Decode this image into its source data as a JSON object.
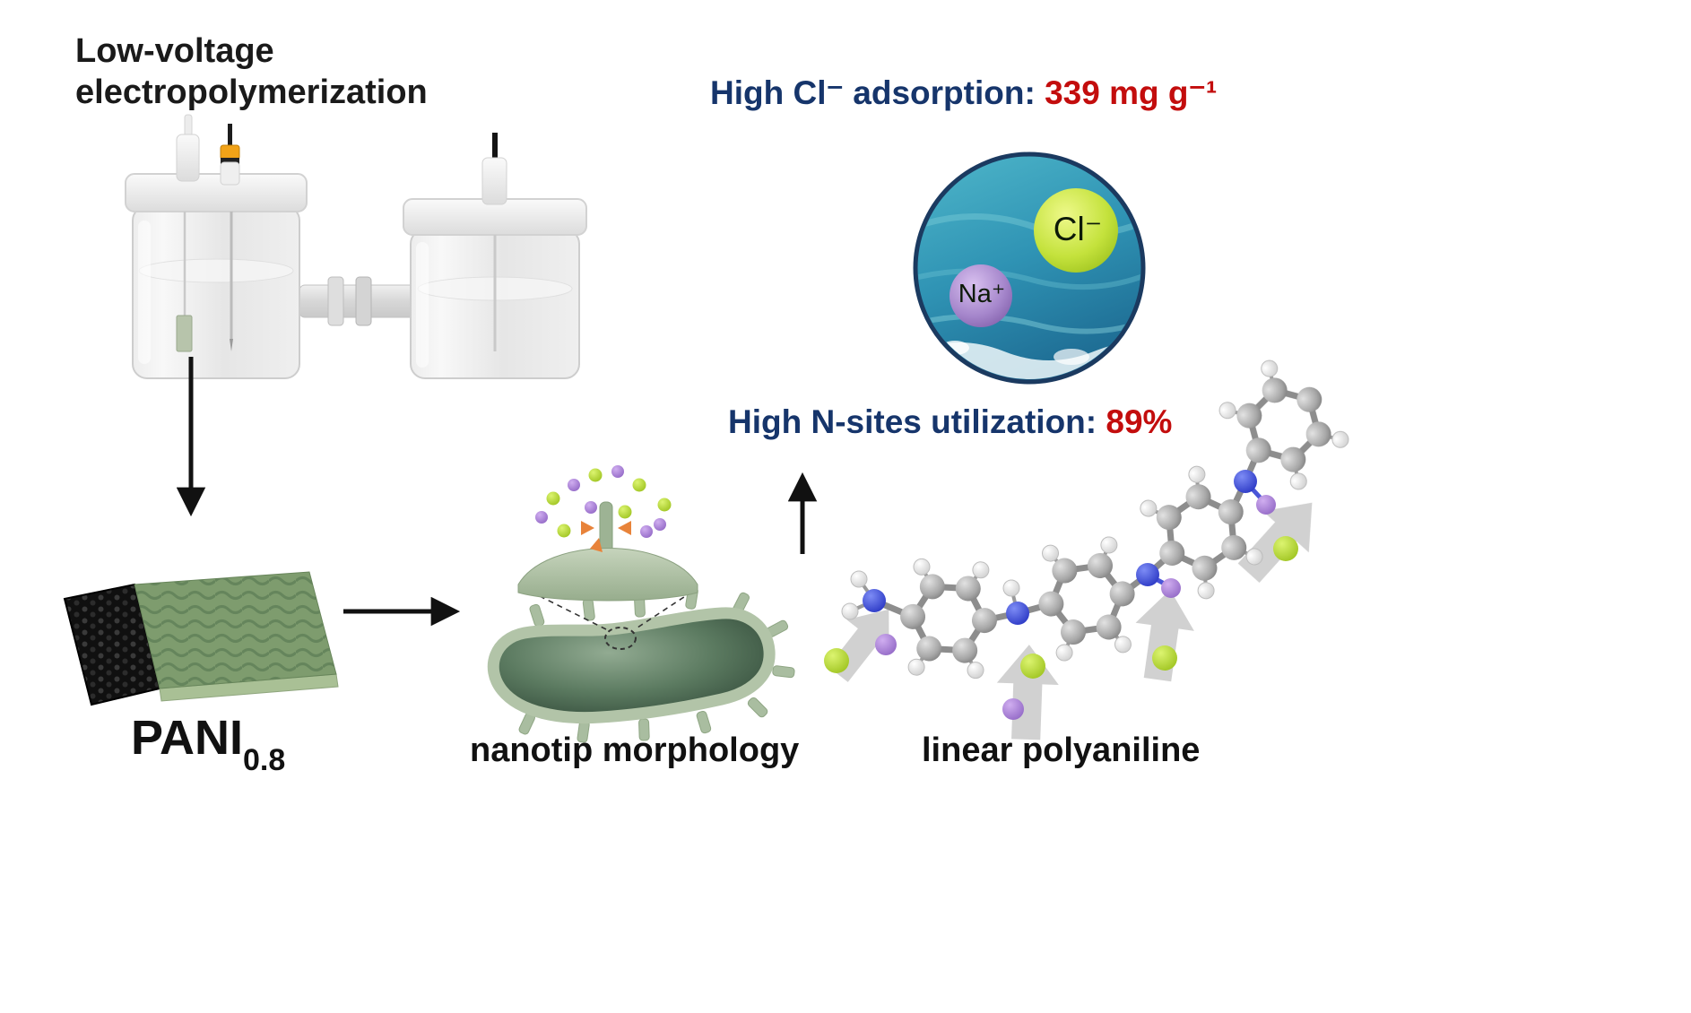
{
  "figure": {
    "process": {
      "line1": "Low-voltage",
      "line2": "electropolymerization"
    },
    "product": {
      "name": "PANI",
      "subscript": "0.8"
    },
    "captions": {
      "morphology": "nanotip morphology",
      "molecule": "linear polyaniline"
    },
    "metrics": {
      "adsorption_label": "High Cl⁻ adsorption: ",
      "adsorption_value": "339 mg g⁻¹",
      "utilization_label": "High N-sites utilization: ",
      "utilization_value": "89%"
    },
    "ions": {
      "chloride": "Cl⁻",
      "sodium": "Na⁺"
    },
    "colors": {
      "heading_navy": "#16356b",
      "highlight_red": "#c30d0d",
      "chloride_green": "#b5dc3c",
      "sodium_purple": "#9b77c4",
      "film_green": "#7e9c6e",
      "nanorod_dark_green": "#3c5a44",
      "ocean_teal": "#2f93b4",
      "nitrogen_blue": "#2b39d8"
    }
  }
}
